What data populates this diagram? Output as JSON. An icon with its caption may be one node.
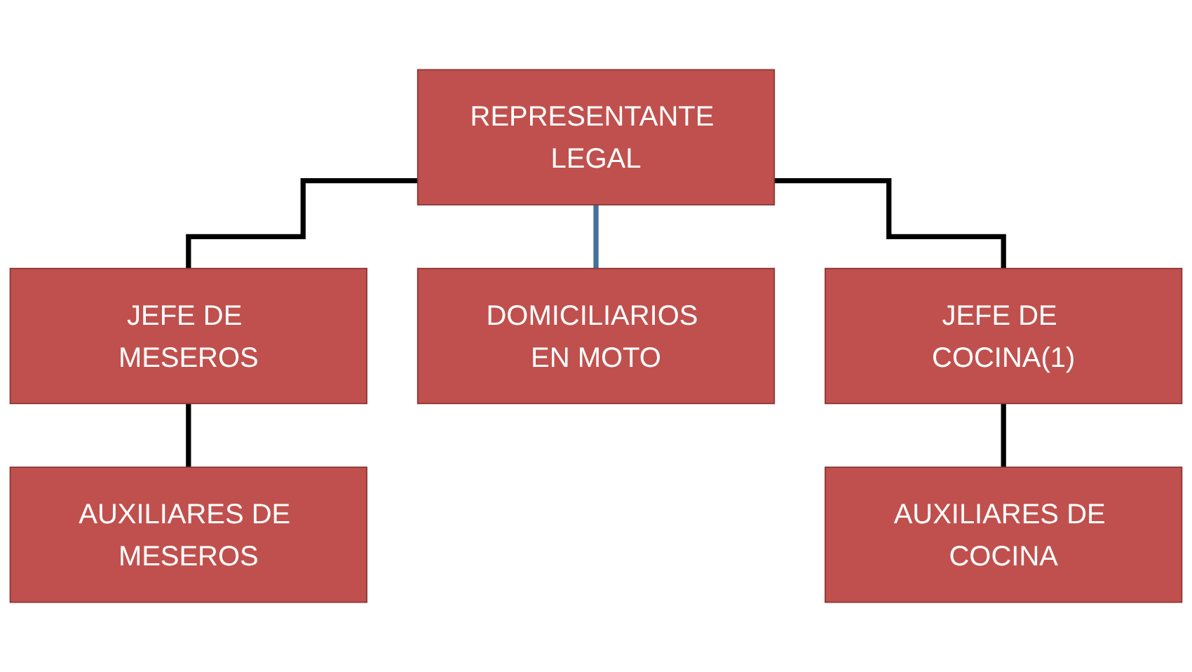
{
  "diagram": {
    "nodes": [
      {
        "text": [
          "REPRESENTANTE LEGAL"
        ]
      },
      {
        "text": [
          "JEFE DE MESEROS"
        ]
      },
      {
        "text": [
          "DOMICILIARIOS EN MOTO"
        ]
      },
      {
        "text": [
          "JEFE DE COCINA(1)"
        ]
      },
      {
        "text": [
          "AUXILIARES DE MESEROS"
        ]
      },
      {
        "text": [
          "AUXILIARES DE COCINA"
        ]
      }
    ],
    "edges": [
      {
        "from": 0,
        "to": 1,
        "arrow": "none"
      },
      {
        "from": 0,
        "to": 2,
        "arrow": "none",
        "color": "#41719c"
      },
      {
        "from": 0,
        "to": 3,
        "arrow": "none"
      },
      {
        "from": 1,
        "to": 4,
        "arrow": "none"
      },
      {
        "from": 3,
        "to": 5,
        "arrow": "none"
      }
    ]
  }
}
